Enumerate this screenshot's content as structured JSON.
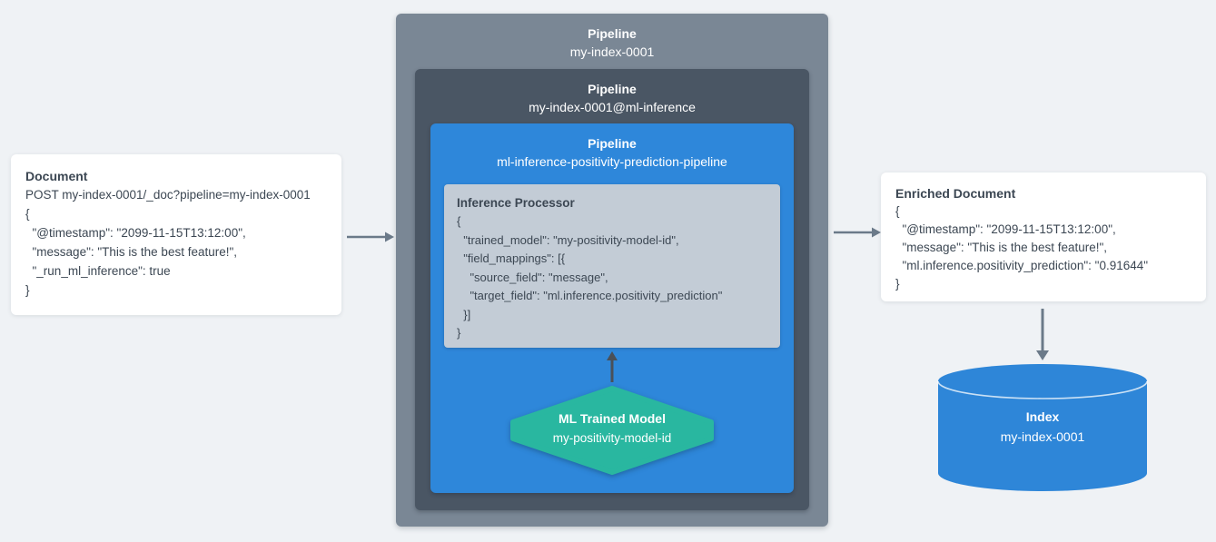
{
  "colors": {
    "background": "#eff2f5",
    "outer_box": "#7a8795",
    "inner_box": "#4a5664",
    "blue_box": "#2e87da",
    "processor_box": "#c3ccd6",
    "hexagon": "#29b7a0",
    "cylinder": "#2e86d8",
    "arrow": "#6b7a89",
    "arrow_dark": "#4a5058",
    "text_dark": "#3c4753",
    "text_light": "#ffffff"
  },
  "document_card": {
    "title": "Document",
    "lines": [
      "POST my-index-0001/_doc?pipeline=my-index-0001",
      "{",
      "  \"@timestamp\": \"2099-11-15T13:12:00\",",
      "  \"message\": \"This is the best feature!\",",
      "  \"_run_ml_inference\": true",
      "}"
    ]
  },
  "outer_pipeline": {
    "title": "Pipeline",
    "name": "my-index-0001"
  },
  "inner_pipeline": {
    "title": "Pipeline",
    "name": "my-index-0001@ml-inference"
  },
  "ml_pipeline": {
    "title": "Pipeline",
    "name": "ml-inference-positivity-prediction-pipeline"
  },
  "inference_processor": {
    "title": "Inference Processor",
    "lines": [
      "{",
      "  \"trained_model\": \"my-positivity-model-id\",",
      "  \"field_mappings\": [{",
      "    \"source_field\": \"message\",",
      "    \"target_field\": \"ml.inference.positivity_prediction\"",
      "  }]",
      "}"
    ]
  },
  "trained_model": {
    "title": "ML Trained Model",
    "name": "my-positivity-model-id"
  },
  "enriched_card": {
    "title": "Enriched Document",
    "lines": [
      "{",
      "  \"@timestamp\": \"2099-11-15T13:12:00\",",
      "  \"message\": \"This is the best feature!\",",
      "  \"ml.inference.positivity_prediction\": \"0.91644\"",
      "}"
    ]
  },
  "index_store": {
    "title": "Index",
    "name": "my-index-0001"
  }
}
